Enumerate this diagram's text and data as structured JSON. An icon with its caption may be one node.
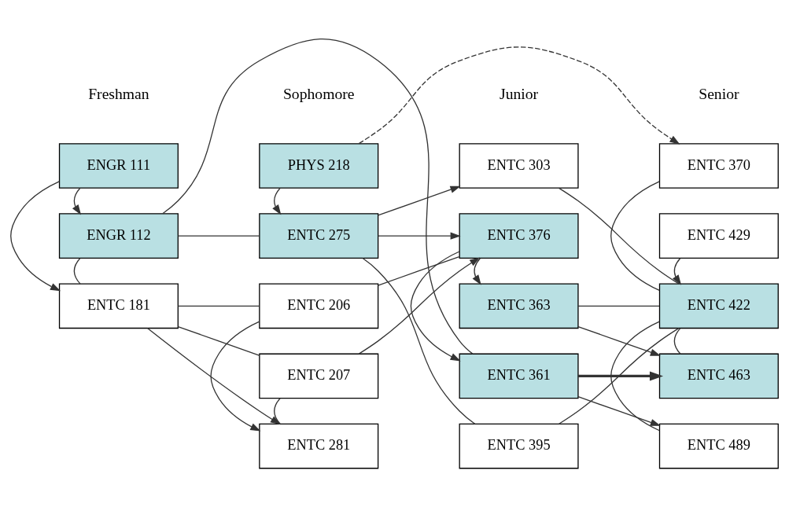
{
  "diagram": {
    "nodes": [
      {
        "text": [
          "ENGR 111"
        ]
      },
      {
        "text": [
          "PHYS 218"
        ]
      },
      {
        "text": [
          "ENTC 303"
        ]
      },
      {
        "text": [
          "ENTC 370"
        ]
      },
      {
        "text": [
          "ENGR 112"
        ]
      },
      {
        "text": [
          "ENTC 275"
        ]
      },
      {
        "text": [
          "ENTC 376"
        ]
      },
      {
        "text": [
          "ENTC 429"
        ]
      },
      {
        "text": [
          "ENTC 181"
        ]
      },
      {
        "text": [
          "ENTC 206"
        ]
      },
      {
        "text": [
          "ENTC 363"
        ]
      },
      {
        "text": [
          "ENTC 422"
        ]
      },
      {
        "text": [
          "ENTC 207"
        ]
      },
      {
        "text": [
          "ENTC 361"
        ]
      },
      {
        "text": [
          "ENTC 463"
        ]
      },
      {
        "text": [
          "ENTC 281"
        ]
      },
      {
        "text": [
          "ENTC 395"
        ]
      },
      {
        "text": [
          "ENTC 489"
        ]
      }
    ],
    "edges": [
      {
        "from": 0,
        "to": 4,
        "arrow": "to"
      },
      {
        "from": 1,
        "to": 5,
        "arrow": "to"
      },
      {
        "from": 1,
        "to": 3,
        "arrow": "to",
        "style": "dashed"
      },
      {
        "from": 0,
        "to": 8,
        "arrow": "to"
      },
      {
        "from": 4,
        "to": 5,
        "arrow": "none"
      },
      {
        "from": 5,
        "to": 6,
        "arrow": "to"
      },
      {
        "from": 5,
        "to": 2,
        "arrow": "to"
      },
      {
        "from": 4,
        "to": 8,
        "arrow": "none"
      },
      {
        "from": 9,
        "to": 8,
        "arrow": "none"
      },
      {
        "from": 4,
        "to": 13,
        "arrow": "none"
      },
      {
        "from": 8,
        "to": 12,
        "arrow": "none"
      },
      {
        "from": 8,
        "to": 15,
        "arrow": "to"
      },
      {
        "from": 9,
        "to": 6,
        "arrow": "none"
      },
      {
        "from": 12,
        "to": 6,
        "arrow": "to"
      },
      {
        "from": 9,
        "to": 15,
        "arrow": "to"
      },
      {
        "from": 12,
        "to": 15,
        "arrow": "none"
      },
      {
        "from": 5,
        "to": 16,
        "arrow": "none"
      },
      {
        "from": 6,
        "to": 13,
        "arrow": "to"
      },
      {
        "from": 6,
        "to": 10,
        "arrow": "to"
      },
      {
        "from": 2,
        "to": 11,
        "arrow": "none"
      },
      {
        "from": 7,
        "to": 11,
        "arrow": "to"
      },
      {
        "from": 10,
        "to": 11,
        "arrow": "none"
      },
      {
        "from": 10,
        "to": 14,
        "arrow": "to"
      },
      {
        "from": 13,
        "to": 14,
        "arrow": "to",
        "style": "thick"
      },
      {
        "from": 13,
        "to": 17,
        "arrow": "to"
      },
      {
        "from": 11,
        "to": 14,
        "arrow": "none"
      },
      {
        "from": 16,
        "to": 11,
        "arrow": "none"
      },
      {
        "from": 3,
        "to": 11,
        "arrow": "none"
      },
      {
        "from": 11,
        "to": 17,
        "arrow": "none"
      }
    ],
    "labels": [
      "Freshman",
      "Sophomore",
      "Junior",
      "Senior"
    ]
  }
}
